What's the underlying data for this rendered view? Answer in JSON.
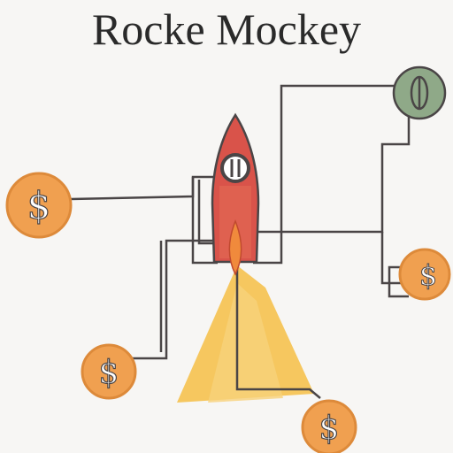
{
  "title": "Rocke Mockey",
  "colors": {
    "background": "#f7f6f4",
    "line": "#4a4546",
    "coin_fill": "#f0a050",
    "coin_edge": "#dd8a3a",
    "coin_symbol": "#ffffff",
    "rocket_red": "#d9534a",
    "rocket_body": "#e8e4e0",
    "flame": "#f5c24f",
    "node_green": "#8fa988"
  },
  "nodes": [
    {
      "name": "coin-left",
      "label": "$"
    },
    {
      "name": "coin-bottom-left",
      "label": "$"
    },
    {
      "name": "coin-bottom",
      "label": "$"
    },
    {
      "name": "coin-right",
      "label": "$"
    },
    {
      "name": "node-top-right",
      "label": ""
    }
  ]
}
